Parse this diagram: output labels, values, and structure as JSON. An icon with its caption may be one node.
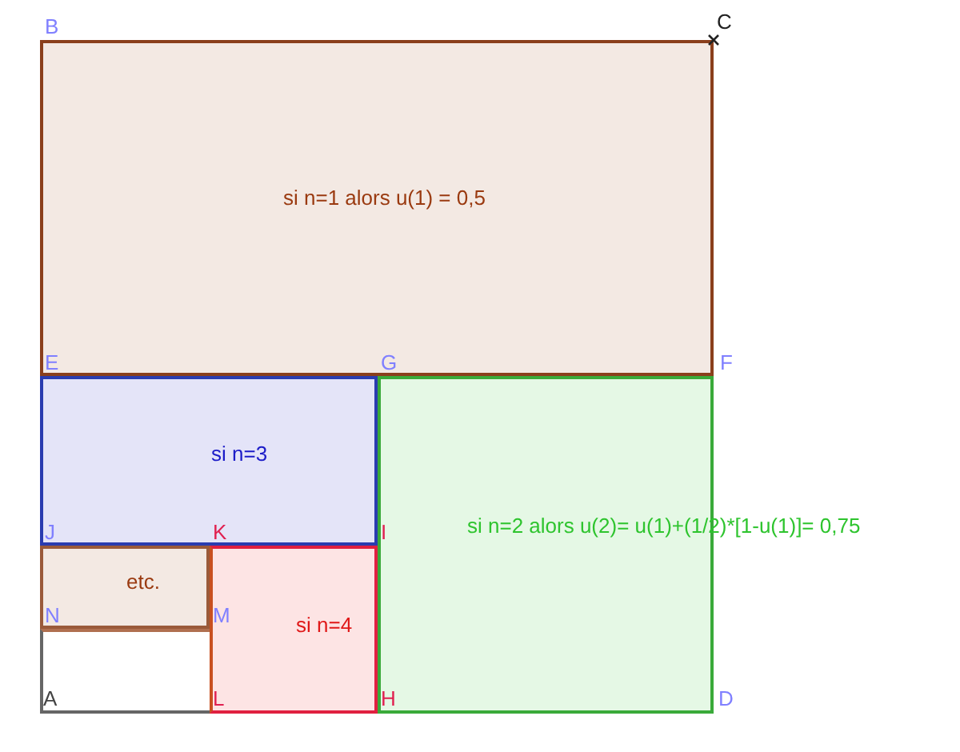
{
  "diagram": {
    "nodes": [
      {
        "text": [
          "si n=1 alors u(1) = 0,5"
        ]
      },
      {
        "text": [
          "si n=3"
        ]
      },
      {
        "text": [
          "si n=2 alors u(2)= u(1)+(1/2)*[1-u(1)]= 0,75"
        ]
      },
      {
        "text": [
          "etc."
        ]
      },
      {
        "text": [
          "si n=4"
        ]
      },
      {
        "text": [],
        "shape": "box"
      }
    ],
    "edges": [],
    "labels": [
      "B",
      "C",
      "E",
      "G",
      "F",
      "J",
      "K",
      "I",
      "N",
      "M",
      "A",
      "L",
      "H",
      "D"
    ]
  }
}
